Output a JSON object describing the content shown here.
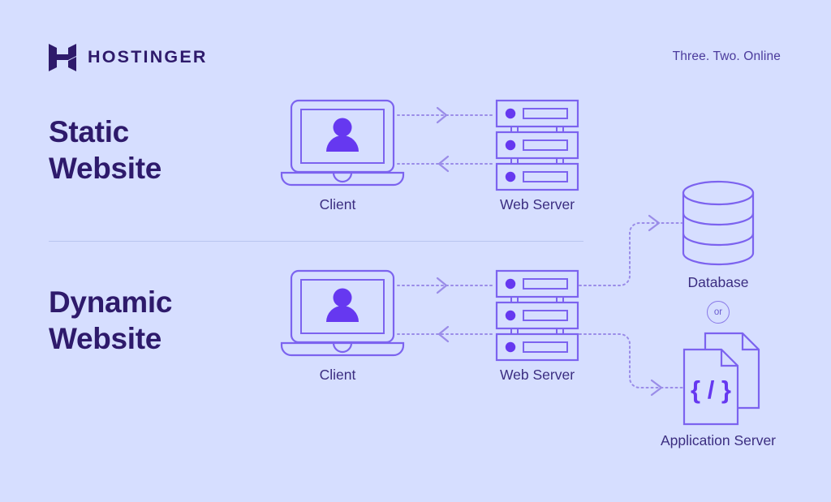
{
  "brand": {
    "logo_icon": "hostinger-h-mark",
    "name": "HOSTINGER",
    "tagline": "Three. Two. Online"
  },
  "colors": {
    "background": "#d6deff",
    "heading": "#2e1a6b",
    "label": "#3b2d80",
    "stroke": "#7c63ef",
    "accent_fill": "#6638f0",
    "dotted_line": "#9a8ce8",
    "divider": "#b9c5f0"
  },
  "sections": [
    {
      "id": "static",
      "title_line1": "Static",
      "title_line2": "Website",
      "nodes": [
        {
          "id": "client",
          "label": "Client",
          "icon": "laptop-user-icon"
        },
        {
          "id": "web-server",
          "label": "Web Server",
          "icon": "server-stack-icon"
        }
      ],
      "connections": [
        {
          "from": "client",
          "to": "web-server",
          "style": "dotted",
          "direction": "right"
        },
        {
          "from": "web-server",
          "to": "client",
          "style": "dotted",
          "direction": "left"
        }
      ]
    },
    {
      "id": "dynamic",
      "title_line1": "Dynamic",
      "title_line2": "Website",
      "nodes": [
        {
          "id": "client",
          "label": "Client",
          "icon": "laptop-user-icon"
        },
        {
          "id": "web-server",
          "label": "Web Server",
          "icon": "server-stack-icon"
        },
        {
          "id": "database",
          "label": "Database",
          "icon": "database-cylinder-icon"
        },
        {
          "id": "application-server",
          "label": "Application Server",
          "icon": "code-documents-icon"
        }
      ],
      "connections": [
        {
          "from": "client",
          "to": "web-server",
          "style": "dotted",
          "direction": "right"
        },
        {
          "from": "web-server",
          "to": "client",
          "style": "dotted",
          "direction": "left"
        },
        {
          "from": "web-server",
          "to": "database",
          "style": "dotted",
          "direction": "right"
        },
        {
          "from": "web-server",
          "to": "application-server",
          "style": "dotted",
          "direction": "right"
        }
      ],
      "alternative_badge": "or"
    }
  ]
}
